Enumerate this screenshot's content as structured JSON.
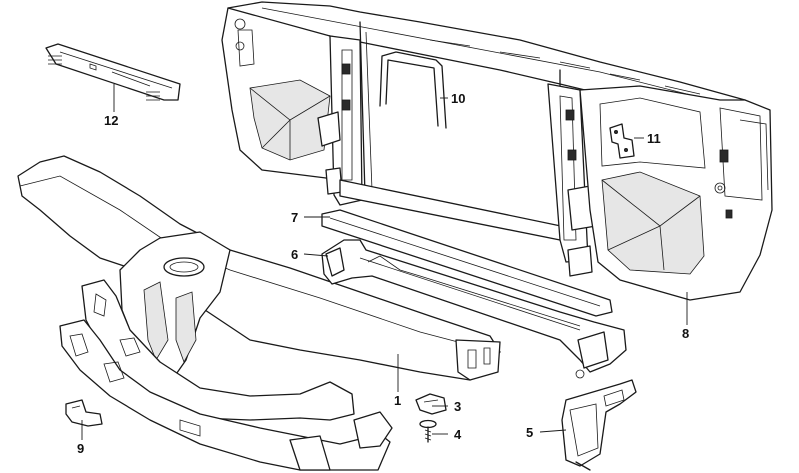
{
  "diagram": {
    "callouts": [
      {
        "id": "c1",
        "label": "1"
      },
      {
        "id": "c3",
        "label": "3"
      },
      {
        "id": "c4",
        "label": "4"
      },
      {
        "id": "c5",
        "label": "5"
      },
      {
        "id": "c6",
        "label": "6"
      },
      {
        "id": "c7",
        "label": "7"
      },
      {
        "id": "c8",
        "label": "8"
      },
      {
        "id": "c9",
        "label": "9"
      },
      {
        "id": "c10",
        "label": "10"
      },
      {
        "id": "c11",
        "label": "11"
      },
      {
        "id": "c12",
        "label": "12"
      }
    ]
  }
}
